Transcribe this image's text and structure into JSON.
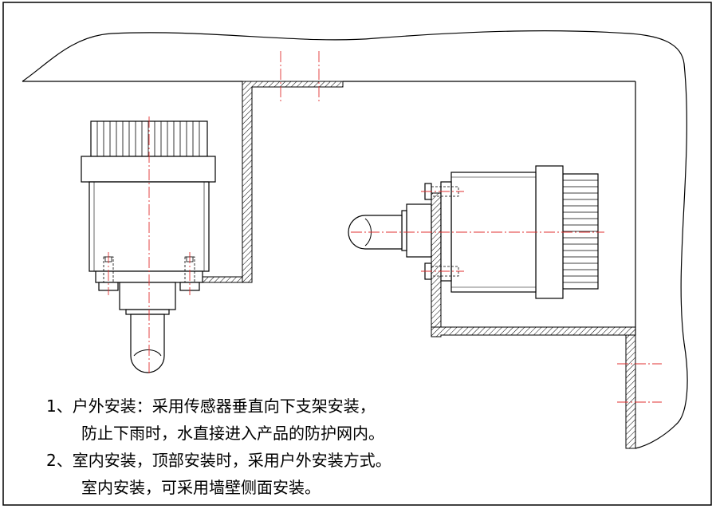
{
  "colors": {
    "line": "#000000",
    "centerline": "#e03030",
    "background": "#ffffff"
  },
  "notes": {
    "line1": "1、户外安装：采用传感器垂直向下支架安装，",
    "line2": "防止下雨时，水直接进入产品的防护网内。",
    "line3": "2、室内安装，顶部安装时，采用户外安装方式。",
    "line4": "室内安装，可采用墙壁侧面安装。"
  }
}
